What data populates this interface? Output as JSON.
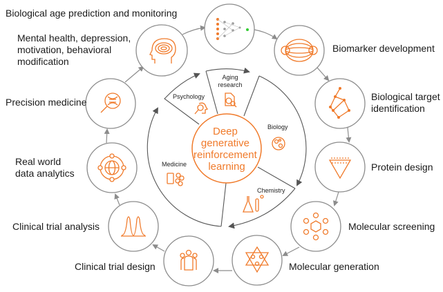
{
  "colors": {
    "accent": "#f07a2a",
    "ring": "#8c8c8c",
    "inner": "#555555"
  },
  "center": {
    "lines": [
      "Deep",
      "generative",
      "reinforcement",
      "learning"
    ]
  },
  "sectors": {
    "psychology": "Psychology",
    "aging": [
      "Aging",
      "research"
    ],
    "biology": "Biology",
    "chemistry": "Chemistry",
    "medicine": "Medicine"
  },
  "nodes": {
    "bio_age": {
      "label": "Biological age prediction and monitoring",
      "icon": "neural-network-icon"
    },
    "biomarker": {
      "label": "Biomarker development",
      "icon": "biomarker-icon"
    },
    "target": {
      "lines": [
        "Biological target",
        "identification"
      ],
      "icon": "network-graph-icon"
    },
    "protein": {
      "label": "Protein design",
      "icon": "protein-icon"
    },
    "screening": {
      "label": "Molecular screening",
      "icon": "molecule-icon"
    },
    "generation": {
      "label": "Molecular generation",
      "icon": "molecule-lattice-icon"
    },
    "trial_design": {
      "label": "Clinical trial design",
      "icon": "people-icon"
    },
    "trial_analysis": {
      "label": "Clinical trial analysis",
      "icon": "peaks-chart-icon"
    },
    "real_world": {
      "lines": [
        "Real world",
        "data analytics"
      ],
      "icon": "globe-icon"
    },
    "precision": {
      "label": "Precision medicine",
      "icon": "dna-magnifier-icon"
    },
    "mental": {
      "lines": [
        "Mental health, depression,",
        "motivation, behavioral",
        "modification"
      ],
      "icon": "brain-head-icon"
    }
  }
}
